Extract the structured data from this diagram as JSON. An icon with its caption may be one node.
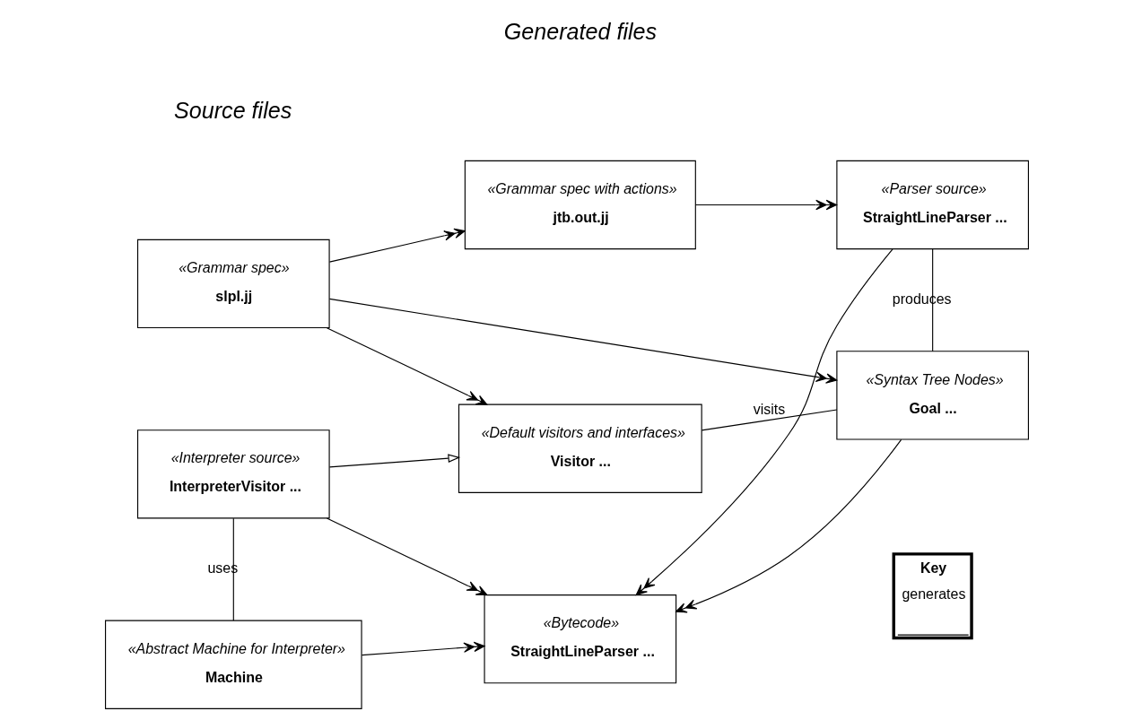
{
  "diagram": {
    "nodes": [
      {
        "text": [
          "«Grammar spec»",
          "slpl.jj"
        ]
      },
      {
        "text": [
          "«Grammar spec with actions»",
          "jtb.out.jj"
        ]
      },
      {
        "text": [
          "«Parser source»",
          "StraightLineParser ..."
        ]
      },
      {
        "text": [
          "«Default visitors and interfaces»",
          "Visitor ..."
        ]
      },
      {
        "text": [
          "«Syntax Tree Nodes»",
          "Goal ..."
        ]
      },
      {
        "text": [
          "«Interpreter source»",
          "InterpreterVisitor ..."
        ]
      },
      {
        "text": [
          "«Abstract Machine for Interpreter»",
          "Machine"
        ]
      },
      {
        "text": [
          "«Bytecode»",
          "StraightLineParser ..."
        ]
      }
    ],
    "edges": [
      {
        "from": 0,
        "to": 1,
        "arrow": "to"
      },
      {
        "from": 0,
        "to": 3,
        "arrow": "to"
      },
      {
        "from": 0,
        "to": 4,
        "arrow": "to"
      },
      {
        "from": 1,
        "to": 2,
        "arrow": "to"
      },
      {
        "from": 2,
        "to": 4,
        "arrow": "none",
        "label": "produces"
      },
      {
        "from": 3,
        "to": 4,
        "arrow": "none",
        "label": "visits"
      },
      {
        "from": 5,
        "to": 3,
        "arrow": "to"
      },
      {
        "from": 5,
        "to": 7,
        "arrow": "to"
      },
      {
        "from": 5,
        "to": 6,
        "arrow": "none",
        "label": "uses"
      },
      {
        "from": 6,
        "to": 7,
        "arrow": "to"
      },
      {
        "from": 4,
        "to": 7,
        "arrow": "to"
      },
      {
        "from": 2,
        "to": 7,
        "arrow": "to"
      }
    ],
    "labels": [
      "Source files",
      "Generated files",
      "Key"
    ],
    "legend": [
      {
        "text": "generates"
      }
    ]
  }
}
